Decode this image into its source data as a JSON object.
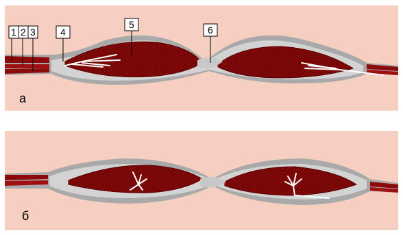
{
  "panels": [
    {
      "label": "а",
      "innervation": "tendon-ends"
    },
    {
      "label": "б",
      "innervation": "mid-belly"
    }
  ],
  "callouts": [
    "1",
    "2",
    "3",
    "4",
    "5",
    "6"
  ],
  "colors": {
    "background": "#f7cfc0",
    "muscle": "#8c0a0a",
    "muscle_mesh": "#5a0000",
    "fascia": "#a9a9a9",
    "fascia_light": "#d3d3d3",
    "tendon": "#c8c8c8",
    "nerve": "#ffffff"
  }
}
